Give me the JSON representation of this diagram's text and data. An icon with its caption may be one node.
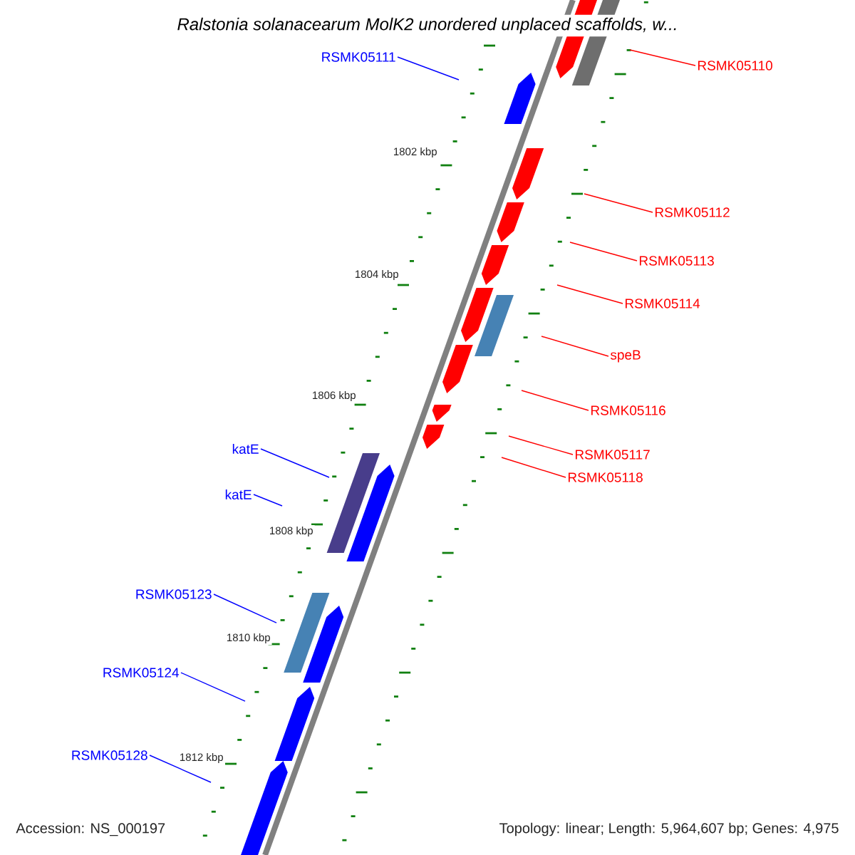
{
  "diagram": {
    "title": "Ralstonia solanacearum MolK2 unordered unplaced scaffolds, w...",
    "nodes": [
      {
        "text": [
          "RSMK05111"
        ]
      },
      {
        "text": [
          "RSMK05110"
        ]
      },
      {
        "text": [
          "RSMK05112"
        ]
      },
      {
        "text": [
          "RSMK05113"
        ]
      },
      {
        "text": [
          "RSMK05114"
        ]
      },
      {
        "text": [
          "speB"
        ]
      },
      {
        "text": [
          "RSMK05116"
        ]
      },
      {
        "text": [
          "katE"
        ]
      },
      {
        "text": [
          "RSMK05117"
        ]
      },
      {
        "text": [
          "RSMK05118"
        ]
      },
      {
        "text": [
          "katE"
        ]
      },
      {
        "text": [
          "RSMK05123"
        ]
      },
      {
        "text": [
          "RSMK05124"
        ]
      },
      {
        "text": [
          "RSMK05128"
        ]
      }
    ],
    "edges": [
      {
        "from": 0,
        "to": null,
        "arrow": "none",
        "color": "#0000ff"
      },
      {
        "from": 1,
        "to": null,
        "arrow": "none"
      },
      {
        "from": 2,
        "to": null,
        "arrow": "none"
      },
      {
        "from": 3,
        "to": null,
        "arrow": "none"
      },
      {
        "from": 4,
        "to": null,
        "arrow": "none"
      },
      {
        "from": 5,
        "to": null,
        "arrow": "none"
      },
      {
        "from": 6,
        "to": null,
        "arrow": "none"
      },
      {
        "from": 7,
        "to": null,
        "arrow": "none",
        "color": "#0000ff"
      },
      {
        "from": 8,
        "to": null,
        "arrow": "none"
      },
      {
        "from": 9,
        "to": null,
        "arrow": "none"
      },
      {
        "from": 10,
        "to": null,
        "arrow": "none",
        "color": "#0000ff"
      },
      {
        "from": 11,
        "to": null,
        "arrow": "none",
        "color": "#0000ff"
      },
      {
        "from": 12,
        "to": null,
        "arrow": "none",
        "color": "#0000ff"
      },
      {
        "from": 13,
        "to": null,
        "arrow": "none",
        "color": "#0000ff"
      }
    ],
    "labels": [
      "1802 kbp",
      "1804 kbp",
      "1806 kbp",
      "1808 kbp",
      "1810 kbp",
      "1812 kbp",
      "Accession: NS_000197",
      "Topology: linear; Length: 5,964,607 bp; Genes: 4,975"
    ]
  }
}
